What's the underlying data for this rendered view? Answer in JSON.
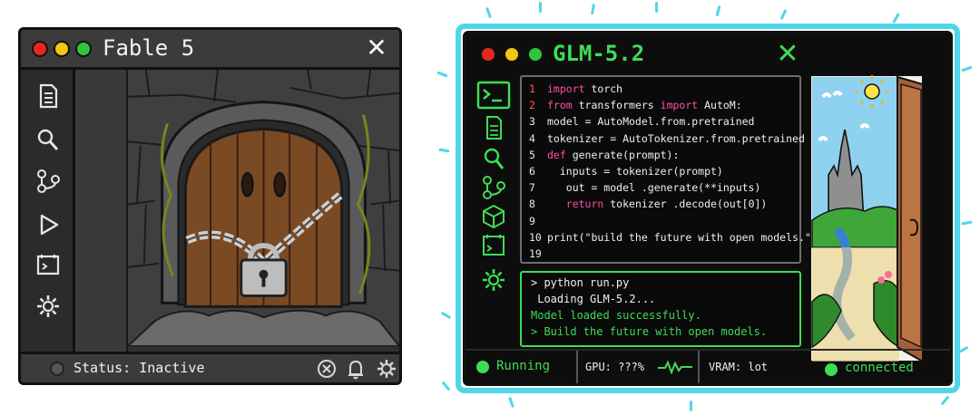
{
  "left_window": {
    "title": "Fable 5",
    "close_glyph": "✕",
    "traffic_lights": [
      "#e8261f",
      "#f3c614",
      "#2fc43a"
    ],
    "sidebar_icons": [
      "document-icon",
      "search-icon",
      "branch-icon",
      "play-icon",
      "terminal-icon",
      "gear-icon"
    ],
    "status": {
      "label": "Status: Inactive"
    },
    "status_icons": [
      "cancel-icon",
      "bell-icon",
      "gear-icon"
    ],
    "scene": "locked-wooden-door"
  },
  "right_window": {
    "title": "GLM-5.2",
    "close_glyph": "✕",
    "traffic_lights": [
      "#e8261f",
      "#f3c614",
      "#2fc43a"
    ],
    "accent": "#3fdc56",
    "glow": "#4fd6ea",
    "sidebar_icons": [
      "terminal-icon",
      "document-icon",
      "search-icon",
      "branch-icon",
      "cube-icon",
      "image-icon",
      "gear-icon"
    ],
    "editor": {
      "lines": [
        {
          "n": "1",
          "parts": [
            [
              "import",
              "kw"
            ],
            [
              " torch",
              ""
            ]
          ]
        },
        {
          "n": "2",
          "parts": [
            [
              "from",
              "kw"
            ],
            [
              " transformers ",
              ""
            ],
            [
              "import",
              "kw"
            ],
            [
              " AutoM:",
              ""
            ]
          ]
        },
        {
          "n": "3",
          "parts": [
            [
              "model = AutoModel.from.pretrained",
              ""
            ]
          ]
        },
        {
          "n": "4",
          "parts": [
            [
              "tokenizer = AutoTokenizer.from.pretrained",
              ""
            ]
          ]
        },
        {
          "n": "5",
          "parts": [
            [
              "def",
              "kw"
            ],
            [
              " generate(prompt):",
              ""
            ]
          ]
        },
        {
          "n": "6",
          "parts": [
            [
              "  inputs = tokenizer(prompt)",
              ""
            ]
          ]
        },
        {
          "n": "7",
          "parts": [
            [
              "   out = model .generate(**inputs)",
              ""
            ]
          ]
        },
        {
          "n": "8",
          "parts": [
            [
              "   ",
              ""
            ],
            [
              "return",
              "kw"
            ],
            [
              " tokenizer .decode(out[0])",
              ""
            ]
          ]
        },
        {
          "n": "9",
          "parts": []
        },
        {
          "n": "10",
          "parts": [
            [
              "print(\"build the future with open models.\")",
              ""
            ]
          ]
        },
        {
          "n": "19",
          "parts": []
        }
      ]
    },
    "terminal": {
      "lines": [
        {
          "text": "> python run.py",
          "color": "#f0f0f0"
        },
        {
          "text": " Loading GLM-5.2...",
          "color": "#f0f0f0"
        },
        {
          "text": "Model loaded successfully.",
          "color": "#3fdc56"
        },
        {
          "text": "> Build the future with open models.",
          "color": "#3fdc56"
        }
      ]
    },
    "statusbar": {
      "running": "Running",
      "gpu": "GPU: ???%",
      "vram": "VRAM: lot",
      "connected": "connected"
    },
    "art": "open-door-to-castle"
  }
}
